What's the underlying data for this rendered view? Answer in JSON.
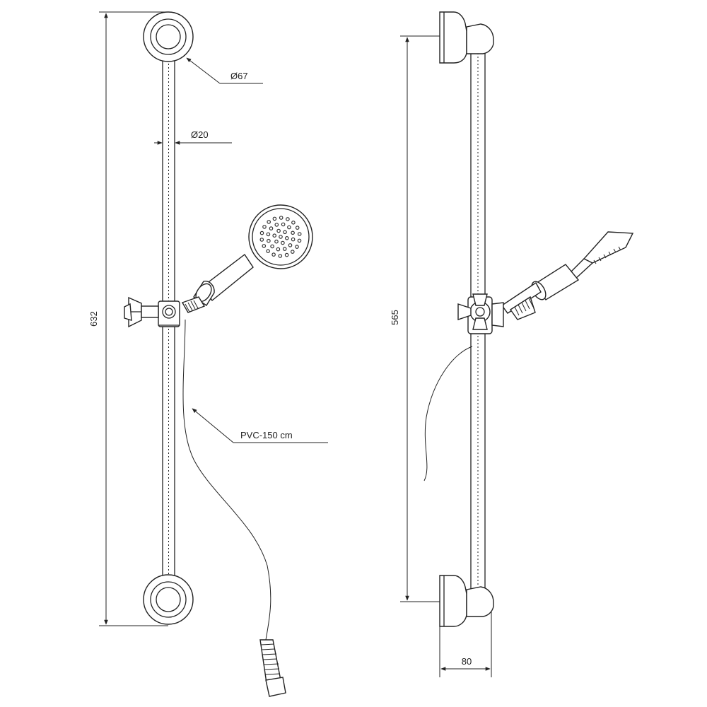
{
  "front_view": {
    "height_label": "632",
    "flange_diameter_label": "Ø67",
    "rail_diameter_label": "Ø20",
    "hose_label": "PVC-150 cm"
  },
  "side_view": {
    "height_label": "565",
    "depth_label": "80"
  },
  "colors": {
    "line": "#222222",
    "background": "#ffffff"
  }
}
